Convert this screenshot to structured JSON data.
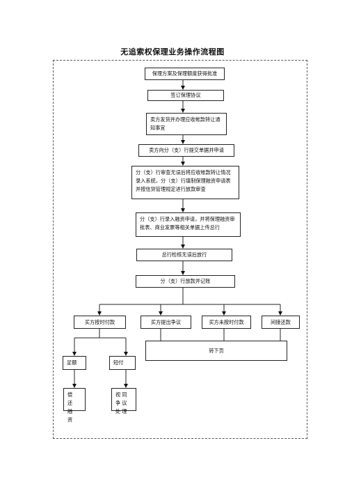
{
  "title": "无追索权保理业务操作流程图",
  "steps": {
    "approval": "保理方案及保理额度获得批准",
    "sign_agreement": "签订保理协议",
    "seller_notice": "卖方发货并办理应收帐款转让通知事宜",
    "submit_application": "卖方向分（支）行提交单据并申请",
    "branch_review": "分（支）行审查无误后将应收帐款转让情况录入系统，分（支）行填制保理融资申请表并按信贷管理规定进行放款审查",
    "branch_input": "分（支）行录入融资申请，并将保理融资审批表、商业发票等相关单据上传总行",
    "head_office_release": "总行检核无误后放行",
    "branch_disburse": "分（支）行放款并记账"
  },
  "branches": {
    "pay_on_time": "买方按时付款",
    "dispute": "买方提出争议",
    "not_on_time": "买方未按时付款",
    "indirect_repay": "间接还款",
    "continued": "转下页",
    "sufficient": "足额",
    "short_pay": "短付",
    "repay_financing": "偿还融资",
    "treat_as_dispute": "视同争议处理"
  }
}
